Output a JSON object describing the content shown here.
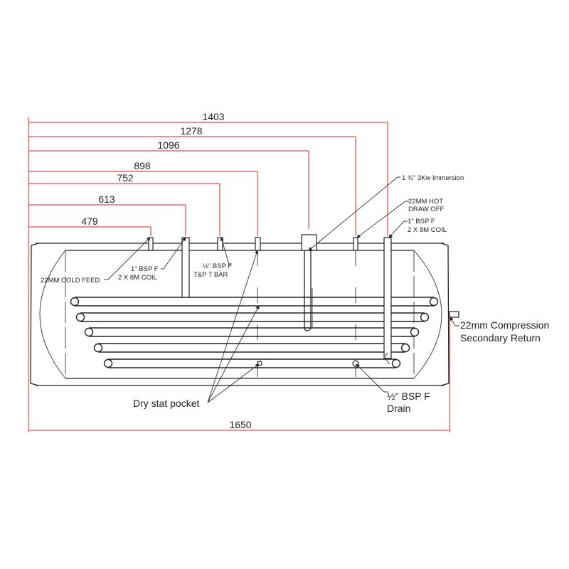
{
  "dimensions": {
    "d1403": "1403",
    "d1278": "1278",
    "d1096": "1096",
    "d898": "898",
    "d752": "752",
    "d613": "613",
    "d479": "479",
    "d1650": "1650"
  },
  "labels": {
    "cold_feed": "22MM COLD FEED",
    "coil_left_1": "1\" BSP F",
    "coil_left_2": "2 X 8M COIL",
    "tp_1": "½\" BSP F",
    "tp_2": "T&P 7 BAR",
    "immersion": "1 ¾\" 3Kw Immersion",
    "hot_draw_1": "22MM HOT",
    "hot_draw_2": "DRAW OFF",
    "coil_right_1": "1\" BSP F",
    "coil_right_2": "2 X 8M COIL",
    "secondary_1": "22mm Compression",
    "secondary_2": "Secondary Return",
    "dry_stat": "Dry stat pocket",
    "drain_1": "½\" BSP F",
    "drain_2": "Drain"
  },
  "colors": {
    "dimension": "#e0202a",
    "drawing": "#222222"
  }
}
